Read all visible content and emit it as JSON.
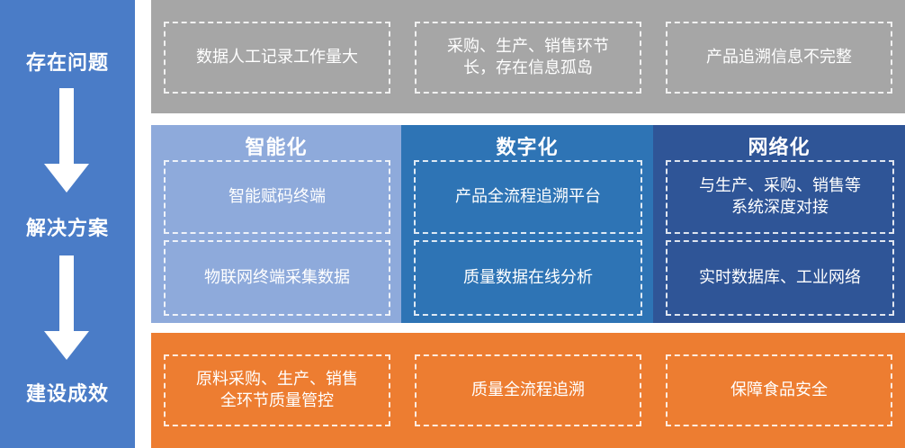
{
  "stages": {
    "problem": "存在问题",
    "solution": "解决方案",
    "result": "建设成效"
  },
  "problems": [
    "数据人工记录工作量大",
    "采购、生产、销售环节\n长，存在信息孤岛",
    "产品追溯信息不完整"
  ],
  "solutions": [
    {
      "title": "智能化",
      "items": [
        "智能赋码终端",
        "物联网终端采集数据"
      ]
    },
    {
      "title": "数字化",
      "items": [
        "产品全流程追溯平台",
        "质量数据在线分析"
      ]
    },
    {
      "title": "网络化",
      "items": [
        "与生产、采购、销售等\n系统深度对接",
        "实时数据库、工业网络"
      ]
    }
  ],
  "results": [
    "原料采购、生产、销售\n全环节质量管控",
    "质量全流程追溯",
    "保障食品安全"
  ],
  "colors": {
    "left_column": "#4a7cc7",
    "problem_band": "#a6a6a6",
    "solution_col_1": "#8eaadb",
    "solution_col_2": "#2e74b5",
    "solution_col_3": "#2f5597",
    "result_band": "#ed7d31"
  }
}
